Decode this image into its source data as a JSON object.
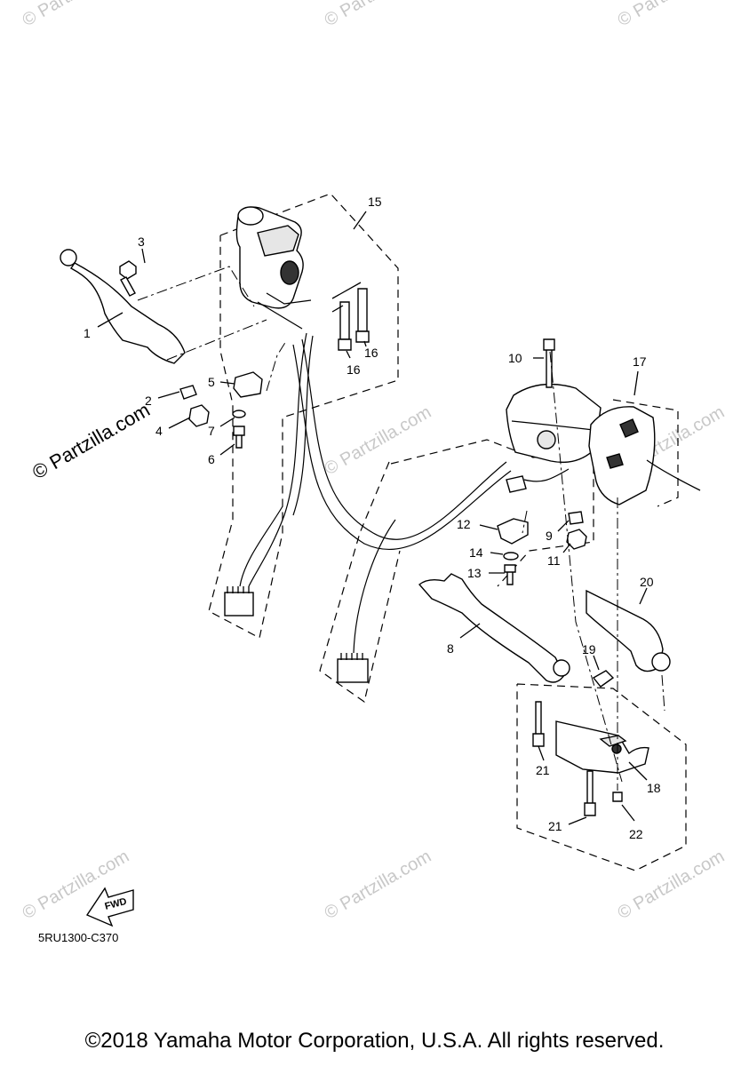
{
  "watermarks": {
    "main": "© Partzilla.com",
    "tile": "© Partzilla.com"
  },
  "callouts": {
    "p1": "1",
    "p2": "2",
    "p3": "3",
    "p4": "4",
    "p5": "5",
    "p6": "6",
    "p7": "7",
    "p8": "8",
    "p9": "9",
    "p10": "10",
    "p11": "11",
    "p12": "12",
    "p13": "13",
    "p14": "14",
    "p15": "15",
    "p16a": "16",
    "p16b": "16",
    "p17": "17",
    "p18": "18",
    "p19": "19",
    "p20": "20",
    "p21a": "21",
    "p21b": "21",
    "p22": "22"
  },
  "fwd_label": "FWD",
  "diagram_code": "5RU1300-C370",
  "copyright": "©2018 Yamaha Motor Corporation, U.S.A. All rights reserved."
}
